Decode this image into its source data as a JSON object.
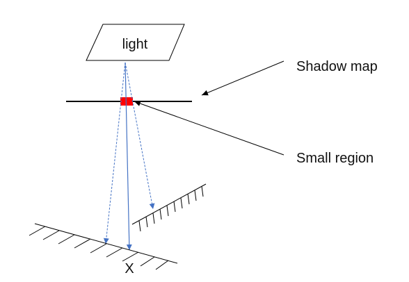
{
  "labels": {
    "light": "light",
    "shadow_map": "Shadow map",
    "small_region": "Small region",
    "point": "X"
  },
  "colors": {
    "ray": "#4472c4",
    "region": "#ff0000",
    "line": "#000000"
  }
}
